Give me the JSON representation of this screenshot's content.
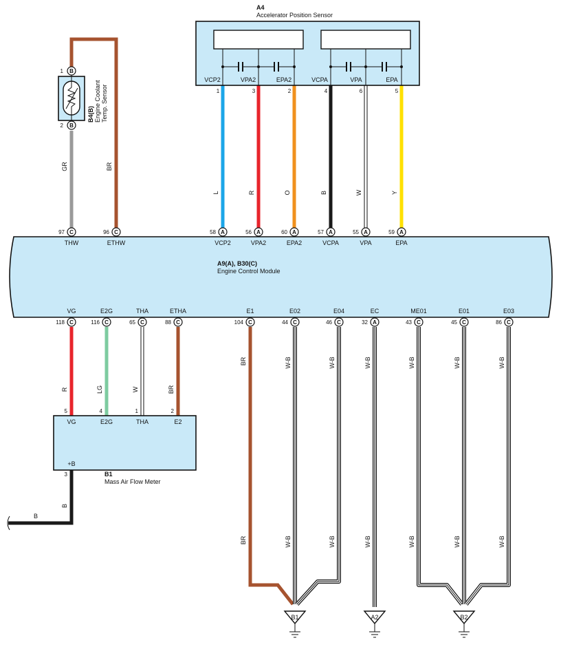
{
  "colors": {
    "L": "#1ca6e8",
    "R": "#e8242c",
    "O": "#f0911e",
    "B": "#1a1a1a",
    "W": "#ffffff",
    "Y": "#ffe100",
    "BR": "#a6532f",
    "GR": "#9a9a9a",
    "LG": "#7ecba0",
    "box": "#c9e9f8"
  },
  "accel": {
    "id": "A4",
    "name": "Accelerator Position Sensor",
    "pins": [
      {
        "label": "VCP2",
        "num": "1",
        "wire": "L"
      },
      {
        "label": "VPA2",
        "num": "3",
        "wire": "R"
      },
      {
        "label": "EPA2",
        "num": "2",
        "wire": "O"
      },
      {
        "label": "VCPA",
        "num": "4",
        "wire": "B"
      },
      {
        "label": "VPA",
        "num": "6",
        "wire": "W"
      },
      {
        "label": "EPA",
        "num": "5",
        "wire": "Y"
      }
    ]
  },
  "coolant": {
    "id": "B4(B)",
    "name_line1": "Engine Coolant",
    "name_line2": "Temp. Sensor",
    "pin_top": "1",
    "pin_bottom": "2",
    "conn": "B"
  },
  "ecm": {
    "id": "A9(A), B30(C)",
    "name": "Engine Control Module",
    "top_pins": [
      {
        "num": "97",
        "conn": "C",
        "label": "THW",
        "wire": "GR"
      },
      {
        "num": "96",
        "conn": "C",
        "label": "ETHW",
        "wire": "BR"
      },
      {
        "num": "58",
        "conn": "A",
        "label": "VCP2",
        "wire": "L"
      },
      {
        "num": "56",
        "conn": "A",
        "label": "VPA2",
        "wire": "R"
      },
      {
        "num": "60",
        "conn": "A",
        "label": "EPA2",
        "wire": "O"
      },
      {
        "num": "57",
        "conn": "A",
        "label": "VCPA",
        "wire": "B"
      },
      {
        "num": "55",
        "conn": "A",
        "label": "VPA",
        "wire": "W"
      },
      {
        "num": "59",
        "conn": "A",
        "label": "EPA",
        "wire": "Y"
      }
    ],
    "bottom_pins": [
      {
        "num": "118",
        "conn": "C",
        "label": "VG",
        "wire": "R"
      },
      {
        "num": "116",
        "conn": "C",
        "label": "E2G",
        "wire": "LG"
      },
      {
        "num": "65",
        "conn": "C",
        "label": "THA",
        "wire": "W"
      },
      {
        "num": "88",
        "conn": "C",
        "label": "ETHA",
        "wire": "BR"
      },
      {
        "num": "104",
        "conn": "C",
        "label": "E1",
        "wire": "BR"
      },
      {
        "num": "44",
        "conn": "C",
        "label": "E02",
        "wire": "W-B"
      },
      {
        "num": "46",
        "conn": "C",
        "label": "E04",
        "wire": "W-B"
      },
      {
        "num": "32",
        "conn": "A",
        "label": "EC",
        "wire": "W-B"
      },
      {
        "num": "43",
        "conn": "C",
        "label": "ME01",
        "wire": "W-B"
      },
      {
        "num": "45",
        "conn": "C",
        "label": "E01",
        "wire": "W-B"
      },
      {
        "num": "86",
        "conn": "C",
        "label": "E03",
        "wire": "W-B"
      }
    ]
  },
  "maf": {
    "id": "B1",
    "name": "Mass Air Flow Meter",
    "pins": [
      {
        "label": "VG",
        "num": "5"
      },
      {
        "label": "E2G",
        "num": "4"
      },
      {
        "label": "THA",
        "num": "1"
      },
      {
        "label": "E2",
        "num": "2"
      }
    ],
    "plus_b_label": "+B",
    "plus_b_num": "3",
    "plus_b_wire": "B",
    "out_wire": "B"
  },
  "grounds": [
    "B1",
    "A2",
    "B2"
  ]
}
